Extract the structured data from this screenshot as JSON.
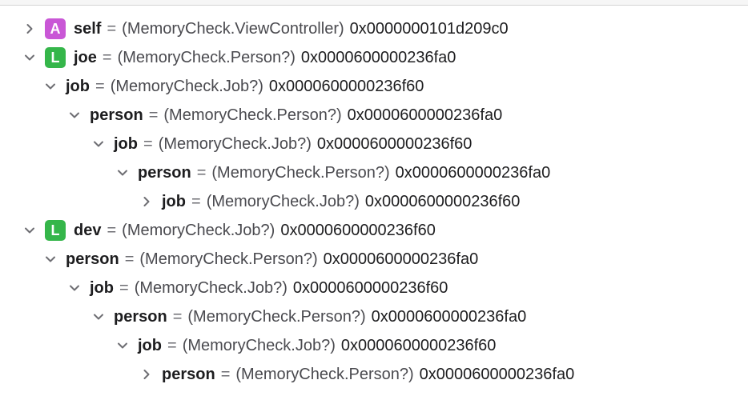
{
  "colors": {
    "argument_badge": "#c957d6",
    "local_badge": "#35b64a",
    "disclosure": "#6e6e73"
  },
  "rows": [
    {
      "depth": 0,
      "expanded": false,
      "badge": "A",
      "name": "self",
      "eq": "=",
      "type": "(MemoryCheck.ViewController)",
      "address": "0x0000000101d209c0"
    },
    {
      "depth": 0,
      "expanded": true,
      "badge": "L",
      "name": "joe",
      "eq": "=",
      "type": "(MemoryCheck.Person?)",
      "address": "0x0000600000236fa0"
    },
    {
      "depth": 1,
      "expanded": true,
      "badge": "",
      "name": "job",
      "eq": "=",
      "type": "(MemoryCheck.Job?)",
      "address": "0x0000600000236f60"
    },
    {
      "depth": 2,
      "expanded": true,
      "badge": "",
      "name": "person",
      "eq": "=",
      "type": "(MemoryCheck.Person?)",
      "address": "0x0000600000236fa0"
    },
    {
      "depth": 3,
      "expanded": true,
      "badge": "",
      "name": "job",
      "eq": "=",
      "type": "(MemoryCheck.Job?)",
      "address": "0x0000600000236f60"
    },
    {
      "depth": 4,
      "expanded": true,
      "badge": "",
      "name": "person",
      "eq": "=",
      "type": "(MemoryCheck.Person?)",
      "address": "0x0000600000236fa0"
    },
    {
      "depth": 5,
      "expanded": false,
      "badge": "",
      "name": "job",
      "eq": "=",
      "type": "(MemoryCheck.Job?)",
      "address": "0x0000600000236f60"
    },
    {
      "depth": 0,
      "expanded": true,
      "badge": "L",
      "name": "dev",
      "eq": "=",
      "type": "(MemoryCheck.Job?)",
      "address": "0x0000600000236f60"
    },
    {
      "depth": 1,
      "expanded": true,
      "badge": "",
      "name": "person",
      "eq": "=",
      "type": "(MemoryCheck.Person?)",
      "address": "0x0000600000236fa0"
    },
    {
      "depth": 2,
      "expanded": true,
      "badge": "",
      "name": "job",
      "eq": "=",
      "type": "(MemoryCheck.Job?)",
      "address": "0x0000600000236f60"
    },
    {
      "depth": 3,
      "expanded": true,
      "badge": "",
      "name": "person",
      "eq": "=",
      "type": "(MemoryCheck.Person?)",
      "address": "0x0000600000236fa0"
    },
    {
      "depth": 4,
      "expanded": true,
      "badge": "",
      "name": "job",
      "eq": "=",
      "type": "(MemoryCheck.Job?)",
      "address": "0x0000600000236f60"
    },
    {
      "depth": 5,
      "expanded": false,
      "badge": "",
      "name": "person",
      "eq": "=",
      "type": "(MemoryCheck.Person?)",
      "address": "0x0000600000236fa0"
    }
  ]
}
